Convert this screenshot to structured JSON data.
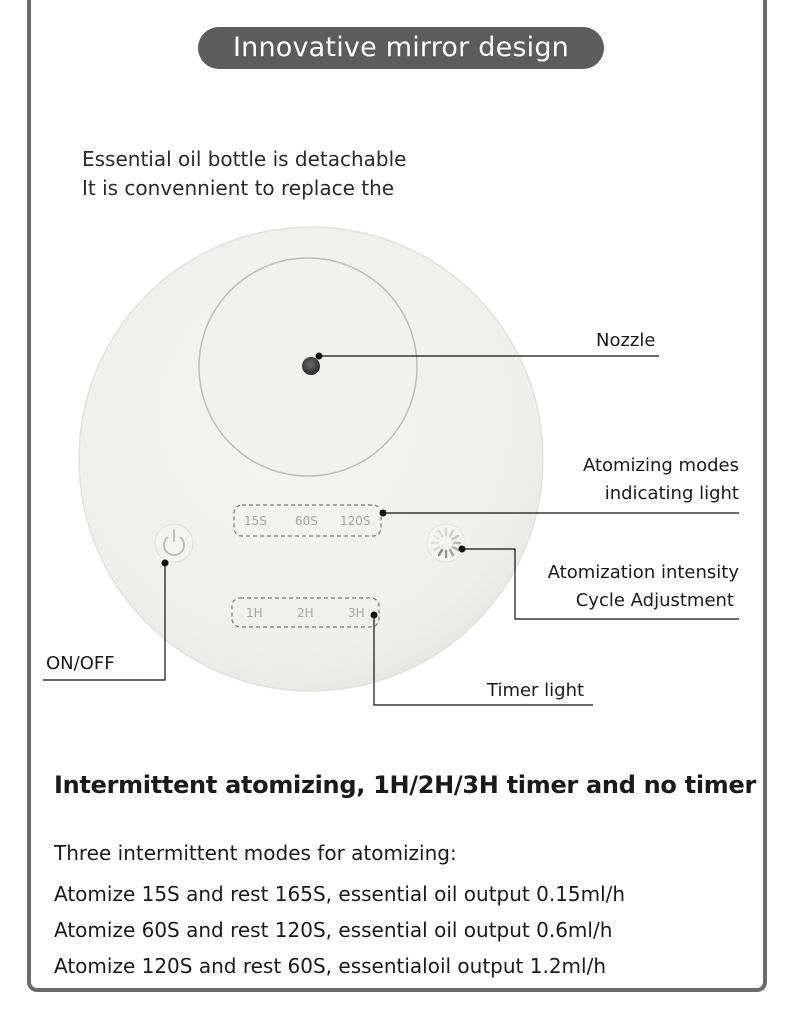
{
  "title": "Innovative mirror design",
  "intro": {
    "line1": "Essential oil bottle is detachable",
    "line2": "It is convennient to replace the"
  },
  "device": {
    "mode_indicators": [
      "15S",
      "60S",
      "120S"
    ],
    "timer_indicators": [
      "1H",
      "2H",
      "3H"
    ]
  },
  "callouts": {
    "nozzle": "Nozzle",
    "modes_line1": "Atomizing modes",
    "modes_line2": "indicating light",
    "intensity_line1": "Atomization intensity",
    "intensity_line2": "Cycle Adjustment",
    "onoff": "ON/OFF",
    "timer": "Timer light"
  },
  "heading": "Intermittent atomizing, 1H/2H/3H timer and no timer",
  "description": {
    "lead": "Three intermittent modes for atomizing:",
    "modes": [
      "Atomize 15S and rest 165S, essential oil output 0.15ml/h",
      "Atomize 60S and rest 120S, essential oil output 0.6ml/h",
      "Atomize 120S and rest 60S, essentialoil output 1.2ml/h"
    ]
  },
  "colors": {
    "frame": "#6b6b6b",
    "title_bg": "#5c5c5c",
    "device_body": "#f0f0ee",
    "indicator_text": "#a6a6a6"
  }
}
